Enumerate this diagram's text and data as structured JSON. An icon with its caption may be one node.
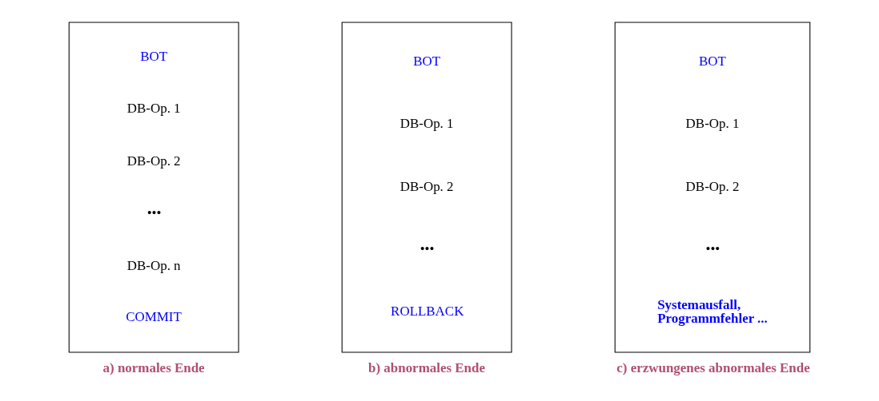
{
  "diagram": {
    "nodes": [
      {
        "text": [
          "BOT",
          "DB-Op. 1",
          "DB-Op. 2",
          "•••",
          "DB-Op. n",
          "COMMIT"
        ],
        "beside": [
          "a) normales Ende"
        ]
      },
      {
        "text": [
          "BOT",
          "DB-Op. 1",
          "DB-Op. 2",
          "•••",
          "ROLLBACK"
        ],
        "beside": [
          "b) abnormales Ende"
        ]
      },
      {
        "text": [
          "BOT",
          "DB-Op. 1",
          "DB-Op. 2",
          "•••",
          "Systemausfall, Programmfehler ..."
        ],
        "beside": [
          "c) erzwungenes abnormales Ende"
        ]
      }
    ]
  }
}
